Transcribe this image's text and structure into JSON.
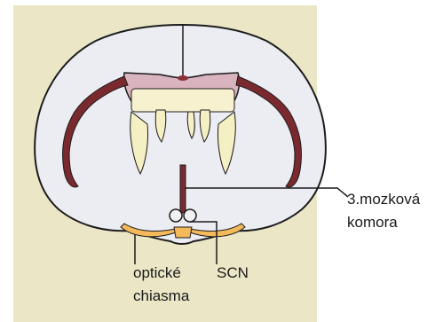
{
  "labels": {
    "third_ventricle": [
      "3.mozková",
      "komora"
    ],
    "scn": "SCN",
    "optic_chiasm": [
      "optické",
      "chiasma"
    ]
  },
  "colors": {
    "background_panel": "#eae6c6",
    "brain_outline": "#1c1c1c",
    "brain_fill": "#ececf3",
    "tract_fill": "#7a2a2e",
    "upper_structure": "#d9b3bd",
    "lower_structure": "#f5efc4",
    "chiasm_fill": "#f3b95a"
  }
}
